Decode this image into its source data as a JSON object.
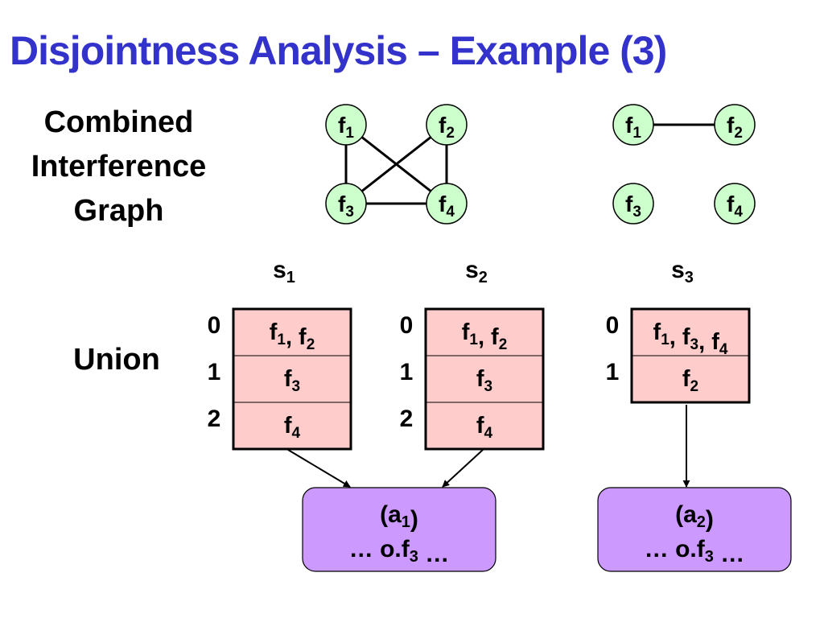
{
  "title": "Disjointness Analysis – Example (3)",
  "labels": {
    "combined": [
      "Combined",
      "Interference",
      "Graph"
    ],
    "union": "Union"
  },
  "colors": {
    "title": "#3333cc",
    "node_fill": "#ccffcc",
    "cell_fill": "#ffcccc",
    "access_fill": "#cc99ff"
  },
  "graphs": [
    {
      "nodes": [
        {
          "id": "f1",
          "base": "f",
          "sub": "1"
        },
        {
          "id": "f2",
          "base": "f",
          "sub": "2"
        },
        {
          "id": "f3",
          "base": "f",
          "sub": "3"
        },
        {
          "id": "f4",
          "base": "f",
          "sub": "4"
        }
      ],
      "edges": [
        [
          "f1",
          "f3"
        ],
        [
          "f2",
          "f4"
        ],
        [
          "f3",
          "f4"
        ],
        [
          "f1",
          "f4"
        ],
        [
          "f2",
          "f3"
        ]
      ]
    },
    {
      "nodes": [
        {
          "id": "f1",
          "base": "f",
          "sub": "1"
        },
        {
          "id": "f2",
          "base": "f",
          "sub": "2"
        },
        {
          "id": "f3",
          "base": "f",
          "sub": "3"
        },
        {
          "id": "f4",
          "base": "f",
          "sub": "4"
        }
      ],
      "edges": [
        [
          "f1",
          "f2"
        ]
      ]
    }
  ],
  "sets": [
    {
      "name": {
        "base": "s",
        "sub": "1"
      },
      "rows": [
        {
          "index": "0",
          "fields": [
            "1",
            "2"
          ]
        },
        {
          "index": "1",
          "fields": [
            "3"
          ]
        },
        {
          "index": "2",
          "fields": [
            "4"
          ]
        }
      ]
    },
    {
      "name": {
        "base": "s",
        "sub": "2"
      },
      "rows": [
        {
          "index": "0",
          "fields": [
            "1",
            "2"
          ]
        },
        {
          "index": "1",
          "fields": [
            "3"
          ]
        },
        {
          "index": "2",
          "fields": [
            "4"
          ]
        }
      ]
    },
    {
      "name": {
        "base": "s",
        "sub": "3"
      },
      "rows": [
        {
          "index": "0",
          "fields": [
            "1",
            "3",
            "4"
          ]
        },
        {
          "index": "1",
          "fields": [
            "2"
          ]
        }
      ]
    }
  ],
  "accesses": [
    {
      "label": {
        "base": "(a",
        "sub": "1",
        "tail": ")"
      },
      "expr": {
        "base": "… o.f",
        "sub": "3",
        "tail": " …"
      }
    },
    {
      "label": {
        "base": "(a",
        "sub": "2",
        "tail": ")"
      },
      "expr": {
        "base": "… o.f",
        "sub": "3",
        "tail": " …"
      }
    }
  ],
  "arrows": [
    {
      "from_set": 0,
      "to_access": 0
    },
    {
      "from_set": 1,
      "to_access": 0
    },
    {
      "from_set": 2,
      "to_access": 1
    }
  ]
}
